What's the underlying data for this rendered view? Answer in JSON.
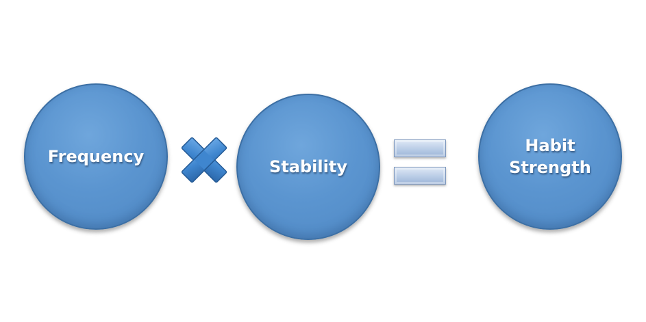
{
  "diagram": {
    "terms": [
      {
        "label": "Frequency"
      },
      {
        "label": "Stability"
      },
      {
        "label": "Habit\nStrength"
      }
    ],
    "operators": [
      "multiply",
      "equals"
    ],
    "colors": {
      "circle_fill": "#5b95d0",
      "circle_border": "#3c6fa4",
      "times_fill": "#3f86cf",
      "equals_fill": "#b9cce6",
      "label_text": "#ffffff"
    },
    "icons": [
      "times-icon",
      "equals-icon"
    ]
  }
}
